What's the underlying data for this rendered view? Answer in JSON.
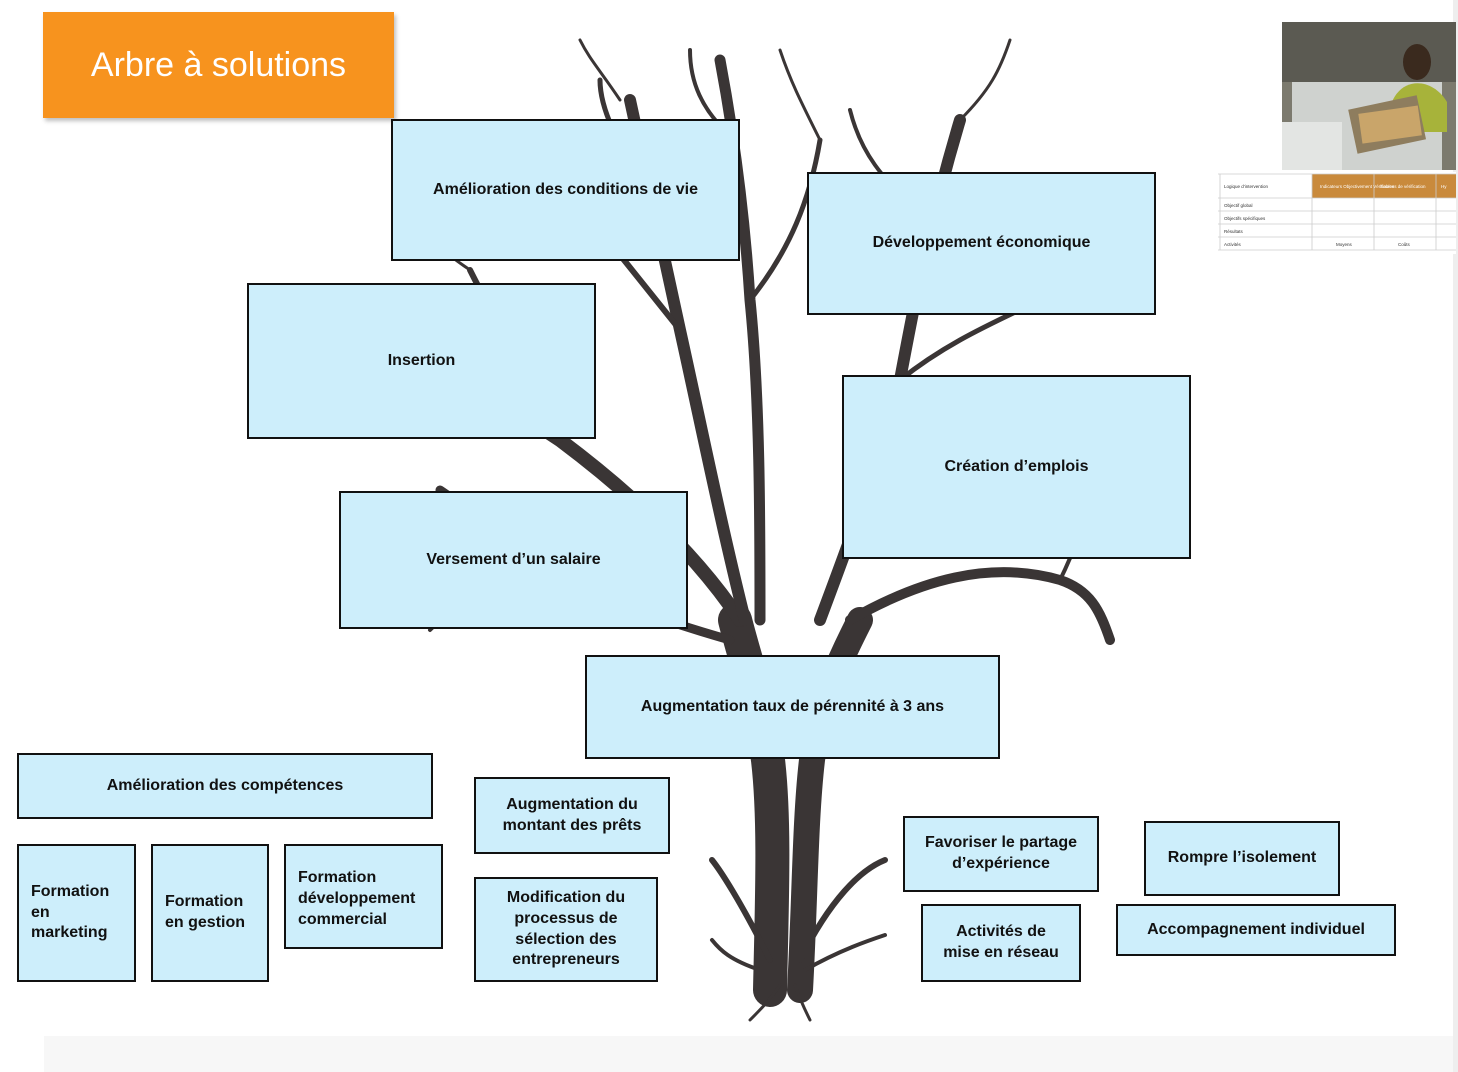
{
  "title": "Arbre à solutions",
  "boxes": {
    "amelioration_conditions_vie": "Amélioration des conditions de vie",
    "developpement_economique": "Développement économique",
    "insertion": "Insertion",
    "creation_emplois": "Création d’emplois",
    "versement_salaire": "Versement d’un salaire",
    "augmentation_perennite": "Augmentation taux de pérennité à 3 ans",
    "amelioration_competences": "Amélioration des compétences",
    "augmentation_prets": "Augmentation du\nmontant des prêts",
    "modification_processus": "Modification du\nprocessus de\nsélection des\nentrepreneurs",
    "favoriser_partage": "Favoriser le partage\nd’expérience",
    "rompre_isolement": "Rompre l’isolement",
    "formation_marketing": "Formation\nen\nmarketing",
    "formation_gestion": "Formation\nen gestion",
    "formation_commercial": "Formation\ndéveloppement\ncommercial",
    "activites_reseau": "Activités de\nmise en réseau",
    "accompagnement_individuel": "Accompagnement individuel"
  },
  "logframe": {
    "headers": [
      "Logique d’intervention",
      "Indicateurs Objectivement Vérifiables",
      "Sources de vérification",
      "Hy"
    ],
    "rows": [
      "Objectif global",
      "Objectifs spécifiques",
      "Résultats",
      "Activités"
    ],
    "activites_cells": [
      "Moyens",
      "Coûts"
    ]
  },
  "colors": {
    "box_fill": "#cdeefb",
    "title_fill": "#f7931e",
    "tree": "#3a3535"
  }
}
